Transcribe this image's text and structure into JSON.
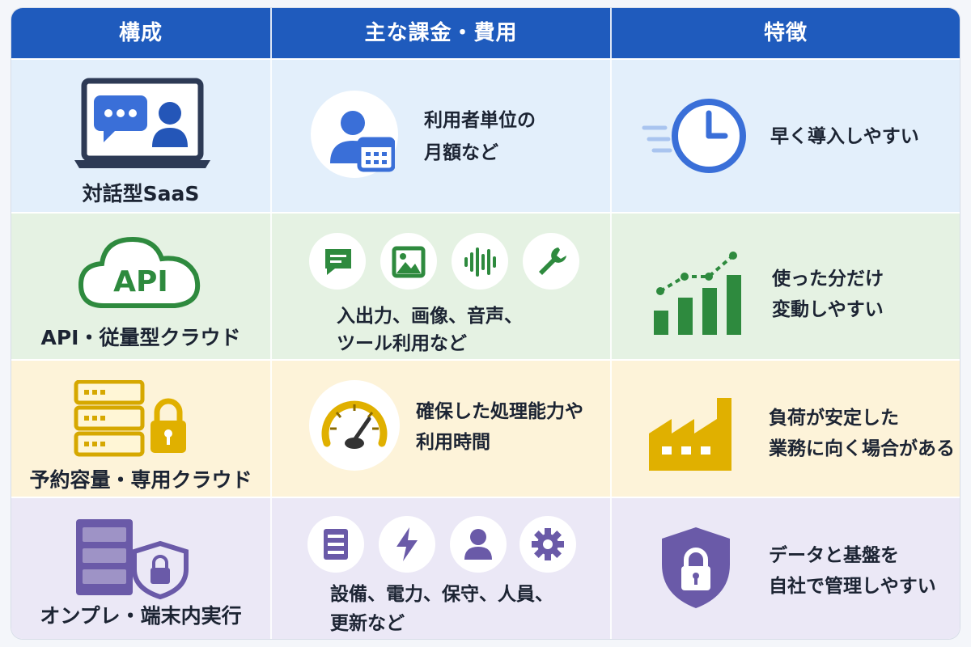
{
  "header": {
    "col1": "構成",
    "col2": "主な課金・費用",
    "col3": "特徴"
  },
  "rows": [
    {
      "name": "対話型SaaS",
      "cost": [
        "利用者単位の",
        "月額など"
      ],
      "feature": [
        "早く導入しやすい"
      ],
      "color": "#3a6fd8"
    },
    {
      "name": "API・従量型クラウド",
      "cost": [
        "入出力、画像、音声、",
        "ツール利用など"
      ],
      "feature": [
        "使った分だけ",
        "変動しやすい"
      ],
      "cloud_text": "API",
      "color": "#2e8a3e"
    },
    {
      "name": "予約容量・専用クラウド",
      "cost": [
        "確保した処理能力や",
        "利用時間"
      ],
      "feature": [
        "負荷が安定した",
        "業務に向く場合がある"
      ],
      "color": "#e0b000"
    },
    {
      "name": "オンプレ・端末内実行",
      "cost": [
        "設備、電力、保守、人員、",
        "更新など"
      ],
      "feature": [
        "データと基盤を",
        "自社で管理しやすい"
      ],
      "color": "#6a5aa8"
    }
  ],
  "icons": {
    "row0": [
      "laptop-chat-icon",
      "user-calendar-icon",
      "fast-clock-icon"
    ],
    "row1": [
      "api-cloud-icon",
      "chat-message-icon",
      "image-icon",
      "audio-wave-icon",
      "wrench-icon",
      "growth-bars-icon"
    ],
    "row2": [
      "server-lock-icon",
      "speedometer-icon",
      "factory-icon"
    ],
    "row3": [
      "server-shield-icon",
      "server-small-icon",
      "lightning-icon",
      "person-icon",
      "gear-icon",
      "shield-lock-icon"
    ]
  }
}
